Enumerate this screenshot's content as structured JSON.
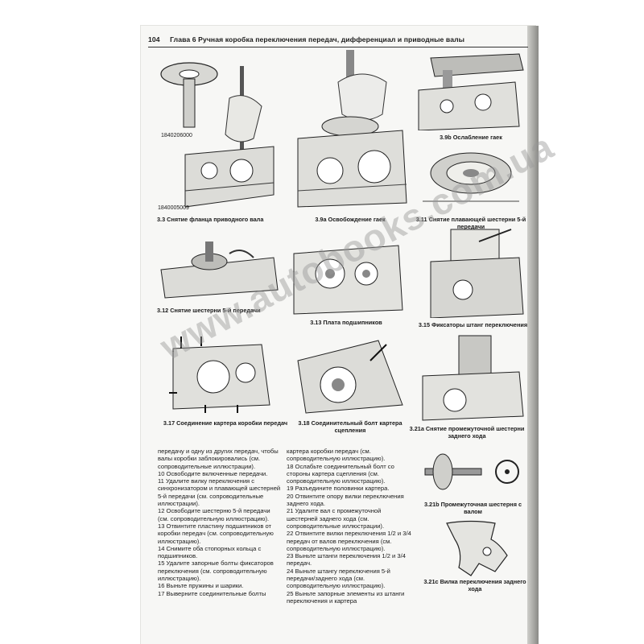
{
  "header": {
    "page_number": "104",
    "title": "Глава 6 Ручная коробка переключения передач, дифференциал и приводные валы"
  },
  "part_numbers": [
    "1840206000",
    "1840005009"
  ],
  "figures": [
    {
      "id": "3.3",
      "caption": "3.3 Снятие фланца приводного вала"
    },
    {
      "id": "3.9a",
      "caption": "3.9a Освобождение гаек"
    },
    {
      "id": "3.9b",
      "caption": "3.9b Ослабление гаек"
    },
    {
      "id": "3.11",
      "caption": "3.11 Снятие плавающей шестерни 5-й передачи"
    },
    {
      "id": "3.12",
      "caption": "3.12 Снятие шестерни 5-й передачи"
    },
    {
      "id": "3.13",
      "caption": "3.13 Плата подшипников"
    },
    {
      "id": "3.15",
      "caption": "3.15 Фиксаторы штанг переключения"
    },
    {
      "id": "3.17",
      "caption": "3.17 Соединение картера коробки передач"
    },
    {
      "id": "3.18",
      "caption": "3.18 Соединительный болт картера сцепления"
    },
    {
      "id": "3.21a",
      "caption": "3.21a Снятие промежуточной шестерни заднего хода"
    },
    {
      "id": "3.21b",
      "caption": "3.21b Промежуточная шестерня с валом"
    },
    {
      "id": "3.21c",
      "caption": "3.21c Вилка переключения заднего хода"
    }
  ],
  "column_left": [
    "передачу и одну из других передач, чтобы валы коробки заблокировались (см. сопроводительные иллюстрации).",
    "10 Освободите включенные передачи.",
    "11 Удалите вилку переключения с синхронизатором и плавающей шестерней 5-й передачи (см. сопроводительные иллюстрации).",
    "12 Освободите шестерню 5-й передачи (см. сопроводительную иллюстрацию).",
    "13 Отвинтите пластину подшипников от коробки передач (см. сопроводительную иллюстрацию).",
    "14 Снимите оба стопорных кольца с подшипников.",
    "15 Удалите запорные болты фиксаторов переключения (см. сопроводительную иллюстрацию).",
    "16 Выньте пружины и шарики.",
    "17 Выверните соединительные болты"
  ],
  "column_right": [
    "картера коробки передач (см. сопроводительную иллюстрацию).",
    "18 Ослабьте соединительный болт со стороны картера сцепления (см. сопроводительную иллюстрацию).",
    "19 Разъедините половинки картера.",
    "20 Отвинтите опору вилки переключения заднего хода.",
    "21 Удалите вал с промежуточной шестерней заднего хода (см. сопроводительные иллюстрации).",
    "22 Отвинтите вилки переключения 1/2 и 3/4 передач от валов переключения (см. сопроводительную иллюстрацию).",
    "23 Выньте штанги переключения 1/2 и 3/4 передач.",
    "24 Выньте штангу переключения 5-й передачи/заднего хода (см. сопроводительную иллюстрацию).",
    "25 Выньте запорные элементы из штанги переключения и картера"
  ],
  "watermark": "www.autobooks.com.ua",
  "colors": {
    "ink": "#1a1a1a",
    "paper": "#f7f7f5",
    "watermark": "#969696"
  }
}
